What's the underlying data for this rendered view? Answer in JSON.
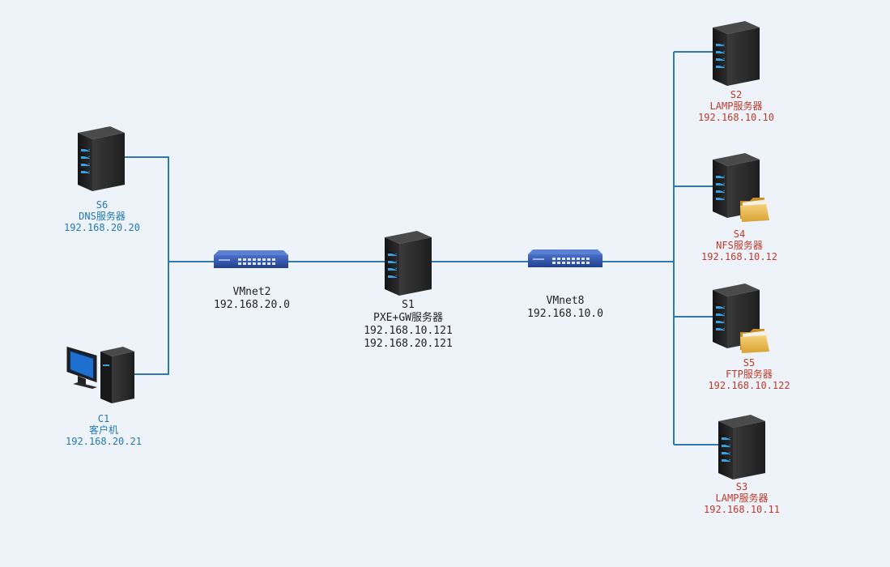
{
  "colors": {
    "background": "#eef3f9",
    "link": "#2f78b0",
    "server_body": "#2a2a2a",
    "server_led": "#3aa0e0",
    "switch": "#2e4fa3",
    "folder": "#e8b84a",
    "label_blue": "#1f78b4",
    "label_red": "#c0392b"
  },
  "nodes": {
    "s6": {
      "icon": "server-icon",
      "name": "S6",
      "role": "DNS服务器",
      "ip": "192.168.20.20"
    },
    "c1": {
      "icon": "desktop-computer-icon",
      "name": "C1",
      "role": "客户机",
      "ip": "192.168.20.21"
    },
    "vmnet2": {
      "icon": "network-switch-icon",
      "name": "VMnet2",
      "ip": "192.168.20.0"
    },
    "s1": {
      "icon": "server-icon",
      "name": "S1",
      "role": "PXE+GW服务器",
      "ip1": "192.168.10.121",
      "ip2": "192.168.20.121"
    },
    "vmnet8": {
      "icon": "network-switch-icon",
      "name": "VMnet8",
      "ip": "192.168.10.0"
    },
    "s2": {
      "icon": "server-icon",
      "name": "S2",
      "role": "LAMP服务器",
      "ip": "192.168.10.10"
    },
    "s4": {
      "icon": "file-server-icon",
      "name": "S4",
      "role": "NFS服务器",
      "ip": "192.168.10.12"
    },
    "s5": {
      "icon": "file-server-icon",
      "name": "S5",
      "role": "FTP服务器",
      "ip": "192.168.10.122"
    },
    "s3": {
      "icon": "server-icon",
      "name": "S3",
      "role": "LAMP服务器",
      "ip": "192.168.10.11"
    }
  }
}
